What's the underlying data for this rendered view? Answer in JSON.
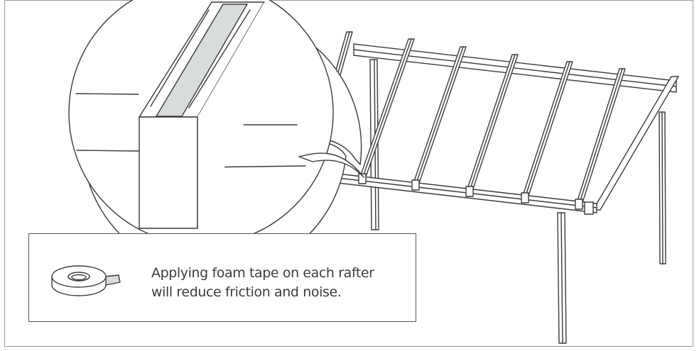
{
  "callout": {
    "lines": [
      "Applying foam tape on each rafter",
      "will reduce friction and noise."
    ]
  },
  "icons": {
    "tape": "foam-tape-roll-icon",
    "detail": "rafter-detail-magnifier"
  },
  "colors": {
    "line": "#3a3a3a",
    "tape": "#d9dcdc",
    "frame": "#9a9a9a"
  }
}
